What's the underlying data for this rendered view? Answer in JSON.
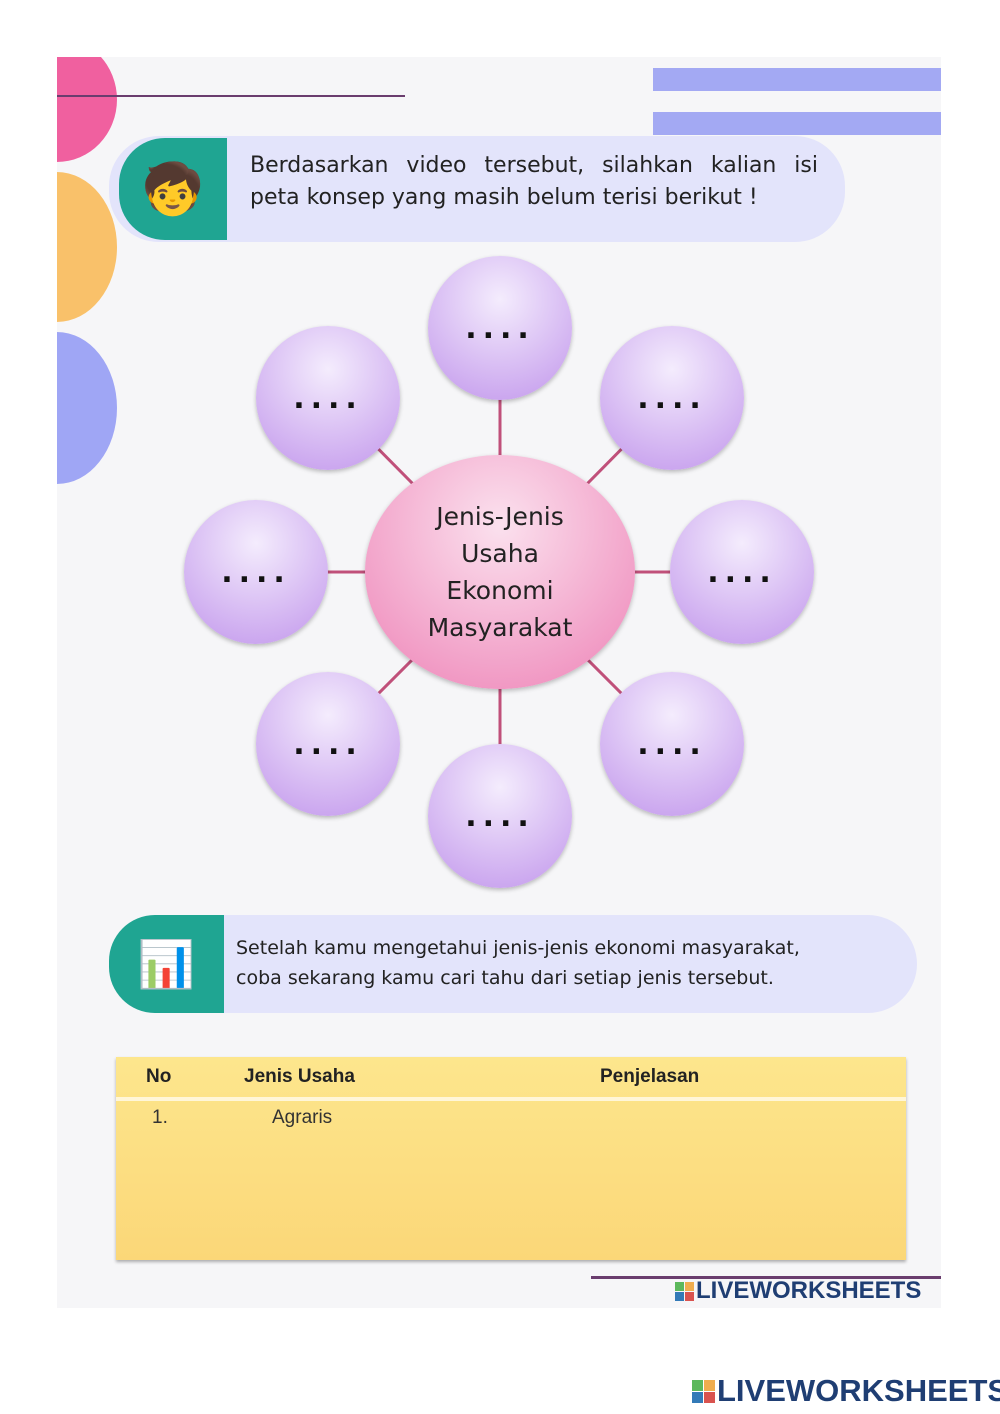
{
  "instruction_1": "Berdasarkan video tersebut, silahkan kalian isi peta konsep yang masih belum terisi berikut !",
  "concept_map": {
    "center": [
      "Jenis-Jenis",
      "Usaha",
      "Ekonomi",
      "Masyarakat"
    ],
    "nodes": [
      "....",
      "....",
      "....",
      "....",
      "....",
      "....",
      "....",
      "...."
    ]
  },
  "instruction_2": [
    "Setelah kamu mengetahui jenis-jenis ekonomi masyarakat,",
    "coba sekarang kamu cari tahu dari setiap jenis tersebut."
  ],
  "table": {
    "headers": [
      "No",
      "Jenis Usaha",
      "Penjelasan"
    ],
    "rows": [
      [
        "1.",
        "Agraris",
        ""
      ]
    ]
  },
  "brand": "LIVEWORKSHEETS",
  "colors": {
    "pink": "#f0609f",
    "orange": "#f9c16a",
    "blue": "#9fa6f5",
    "teal": "#1fa592",
    "bar": "#a3a9f3"
  }
}
